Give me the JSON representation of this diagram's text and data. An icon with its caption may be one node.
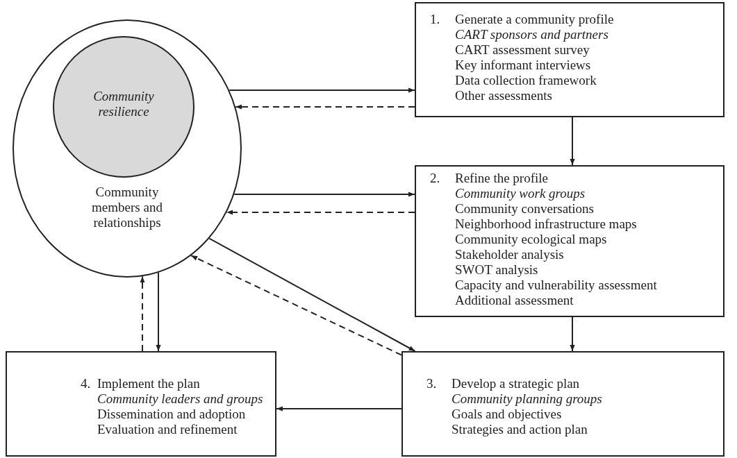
{
  "diagram": {
    "nodes": [
      {
        "text": [
          "Community members and relationships"
        ]
      },
      {
        "text": [
          "Community resilience"
        ],
        "in": 0
      },
      {
        "text": [
          "1.",
          "Generate a community profile",
          "CART sponsors and partners",
          "CART assessment survey",
          "Key informant interviews",
          "Data collection framework",
          "Other assessments"
        ]
      },
      {
        "text": [
          "2.",
          "Refine the profile",
          "Community work groups",
          "Community conversations",
          "Neighborhood infrastructure maps",
          "Community ecological maps",
          "Stakeholder analysis",
          "SWOT analysis",
          "Capacity and vulnerability assessment",
          "Additional assessment"
        ]
      },
      {
        "text": [
          "3.",
          "Develop a strategic plan",
          "Community planning groups",
          "Goals and objectives",
          "Strategies and action plan"
        ]
      },
      {
        "text": [
          "4.",
          "Implement the plan",
          "Community leaders and groups",
          "Dissemination and adoption",
          "Evaluation and refinement"
        ]
      }
    ],
    "edges": [
      {
        "from": 0,
        "to": 2,
        "arrow": "to"
      },
      {
        "from": 2,
        "to": 0,
        "arrow": "to",
        "style": "dashed"
      },
      {
        "from": 2,
        "to": 3,
        "arrow": "to"
      },
      {
        "from": 0,
        "to": 3,
        "arrow": "to"
      },
      {
        "from": 3,
        "to": 0,
        "arrow": "to",
        "style": "dashed"
      },
      {
        "from": 3,
        "to": 4,
        "arrow": "to"
      },
      {
        "from": 0,
        "to": 4,
        "arrow": "to"
      },
      {
        "from": 4,
        "to": 0,
        "arrow": "to",
        "style": "dashed"
      },
      {
        "from": 4,
        "to": 5,
        "arrow": "to"
      },
      {
        "from": 0,
        "to": 5,
        "arrow": "to"
      },
      {
        "from": 5,
        "to": 0,
        "arrow": "to",
        "style": "dashed"
      }
    ]
  }
}
